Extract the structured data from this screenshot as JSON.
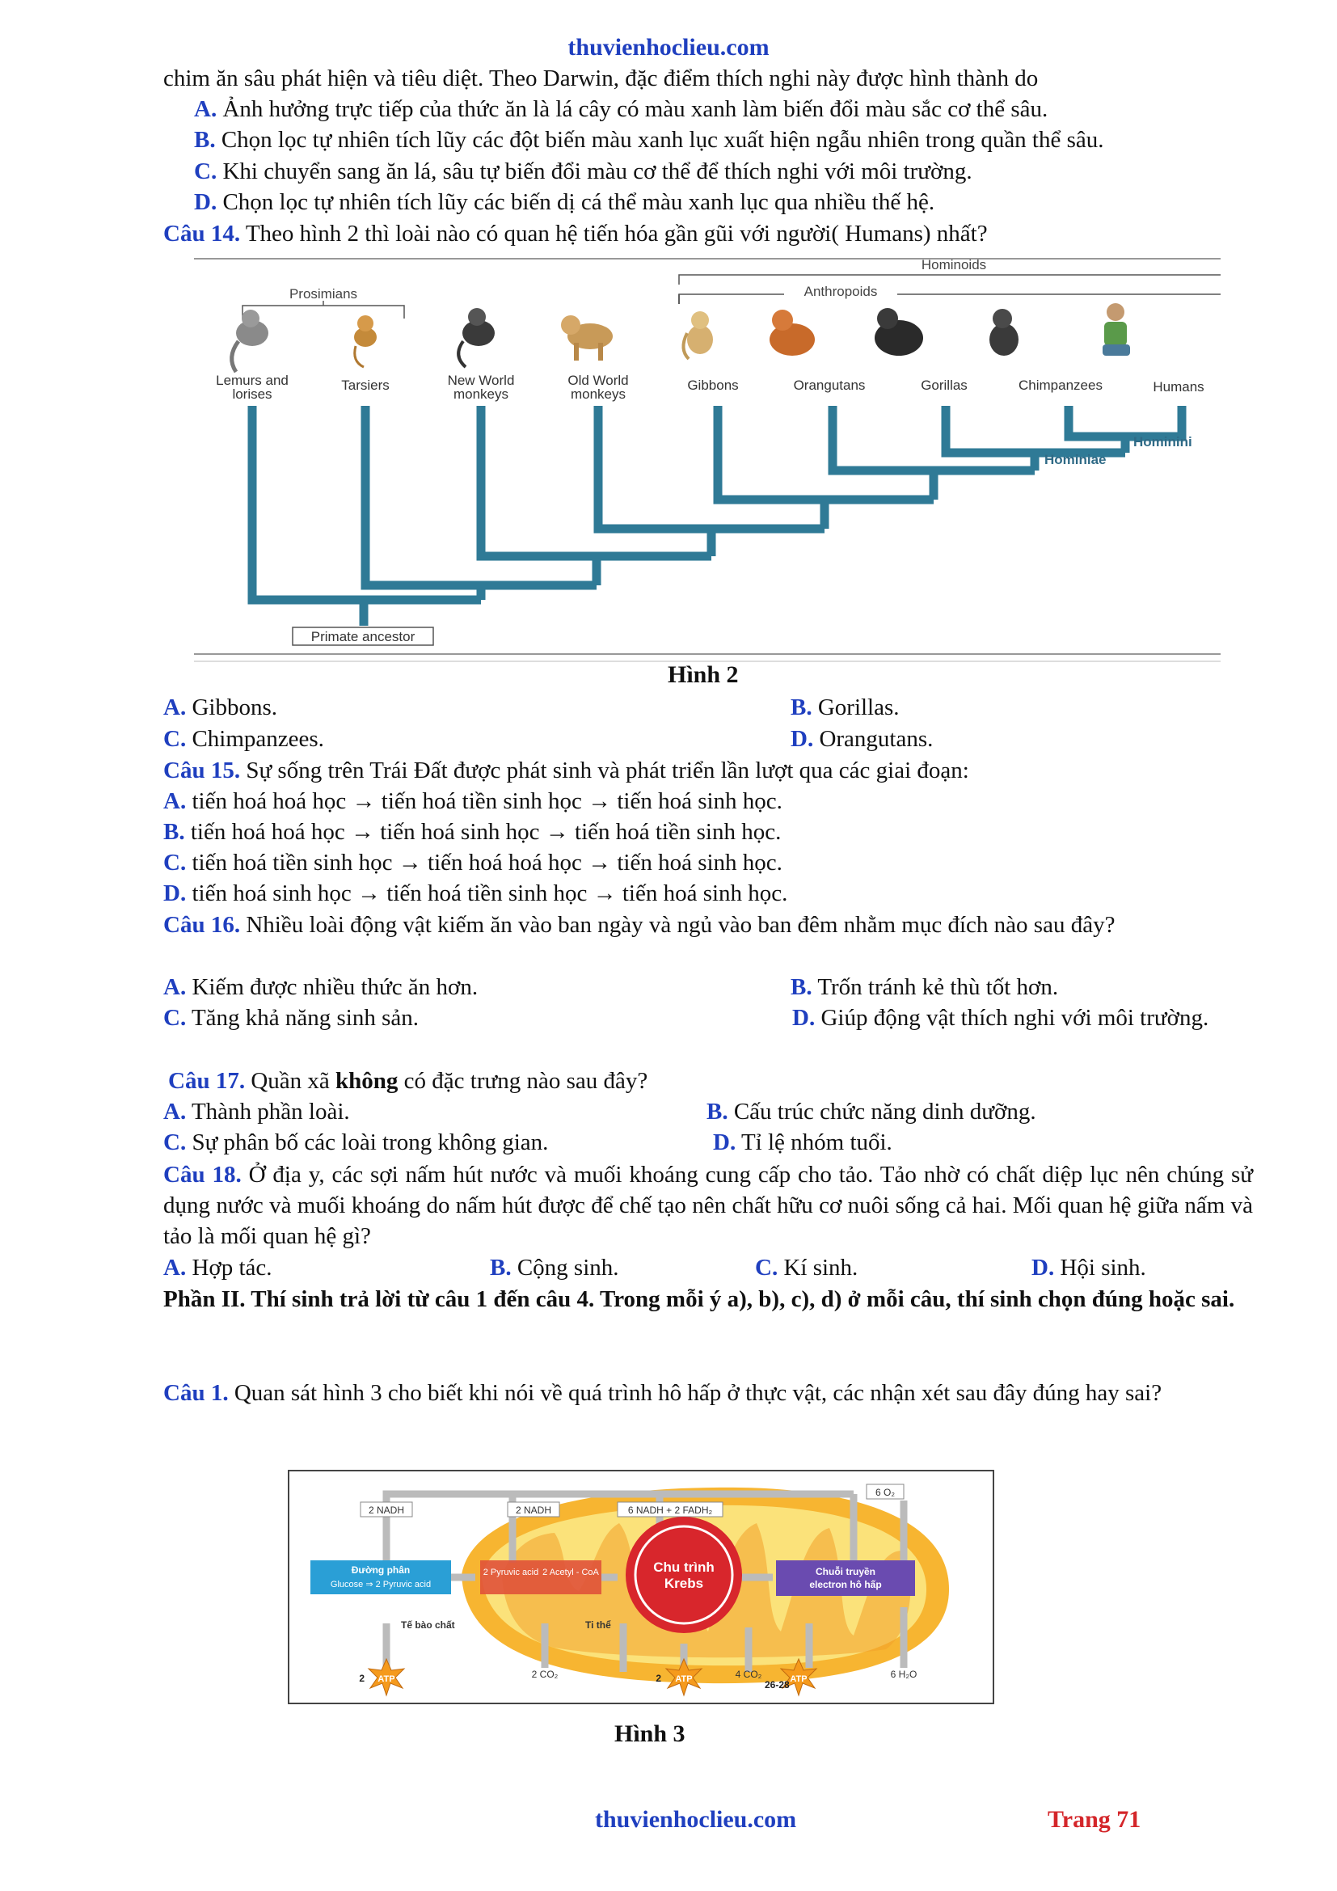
{
  "header": {
    "site": "thuvienhoclieu.com"
  },
  "q13": {
    "cont": "chim ăn sâu phát hiện và tiêu diệt. Theo Darwin, đặc điểm thích nghi này được hình thành do",
    "options": [
      {
        "letter": "A.",
        "text": "Ảnh hưởng trực tiếp của thức ăn là lá cây có màu xanh làm biến đổi màu sắc cơ thể sâu."
      },
      {
        "letter": "B.",
        "text": "Chọn lọc tự nhiên tích lũy các đột biến màu xanh lục xuất hiện ngẫu nhiên trong quần thể sâu."
      },
      {
        "letter": "C.",
        "text": "Khi chuyển sang ăn lá, sâu tự biến đổi màu cơ thể để thích nghi với môi trường."
      },
      {
        "letter": "D.",
        "text": "Chọn lọc tự nhiên tích lũy các biến dị cá thể màu xanh lục qua nhiều thế hệ."
      }
    ]
  },
  "q14": {
    "label": "Câu 14.",
    "text": "Theo hình 2 thì loài nào có quan hệ tiến hóa gần gũi với người( Humans) nhất?",
    "options": [
      {
        "letter": "A.",
        "text": "Gibbons."
      },
      {
        "letter": "B.",
        "text": "Gorillas."
      },
      {
        "letter": "C.",
        "text": "Chimpanzees."
      },
      {
        "letter": "D.",
        "text": "Orangutans."
      }
    ]
  },
  "figure2": {
    "caption": "Hình 2",
    "groups": {
      "hominoids": "Hominoids",
      "anthropoids": "Anthropoids",
      "prosimians": "Prosimians"
    },
    "taxa": [
      {
        "line1": "Lemurs and",
        "line2": "lorises"
      },
      {
        "line1": "Tarsiers",
        "line2": ""
      },
      {
        "line1": "New World",
        "line2": "monkeys"
      },
      {
        "line1": "Old World",
        "line2": "monkeys"
      },
      {
        "line1": "Gibbons",
        "line2": ""
      },
      {
        "line1": "Orangutans",
        "line2": ""
      },
      {
        "line1": "Gorillas",
        "line2": ""
      },
      {
        "line1": "Chimpanzees",
        "line2": ""
      },
      {
        "line1": "Humans",
        "line2": ""
      }
    ],
    "clades": {
      "hominini": "Hominini",
      "hominiae": "Hominiae"
    },
    "root": "Primate ancestor",
    "tree_color": "#2f7a96"
  },
  "q15": {
    "label": "Câu 15.",
    "text": "Sự sống trên Trái Đất được phát sinh và phát triển lần lượt qua các giai đoạn:",
    "options": [
      {
        "letter": "A.",
        "text": "tiến hoá hoá học → tiến hoá tiền sinh học → tiến hoá sinh học."
      },
      {
        "letter": "B.",
        "text": "tiến hoá hoá học → tiến hoá sinh học → tiến hoá tiền sinh học."
      },
      {
        "letter": "C.",
        "text": "tiến hoá tiền sinh học → tiến hoá hoá học → tiến hoá sinh học."
      },
      {
        "letter": "D.",
        "text": "tiến hoá sinh học → tiến hoá tiền sinh học → tiến hoá sinh học."
      }
    ]
  },
  "q16": {
    "label": "Câu 16.",
    "text": "Nhiều loài động vật kiếm ăn vào ban ngày và ngủ vào ban đêm nhằm mục đích nào sau đây?",
    "options": [
      {
        "letter": "A.",
        "text": "Kiếm được nhiều thức ăn hơn."
      },
      {
        "letter": "B.",
        "text": "Trốn tránh kẻ thù tốt hơn."
      },
      {
        "letter": "C.",
        "text": "Tăng khả năng sinh sản."
      },
      {
        "letter": "D.",
        "text": "Giúp động vật thích nghi với môi trường."
      }
    ]
  },
  "q17": {
    "label": "Câu 17.",
    "pre": "Quần xã ",
    "strong": "không",
    "post": " có đặc trưng nào sau đây?",
    "options": [
      {
        "letter": "A.",
        "text": "Thành phần loài."
      },
      {
        "letter": "B.",
        "text": "Cấu trúc chức năng dinh dưỡng."
      },
      {
        "letter": "C.",
        "text": "Sự phân bố các loài trong không gian."
      },
      {
        "letter": "D.",
        "text": "Tỉ lệ nhóm tuổi."
      }
    ]
  },
  "q18": {
    "label": "Câu 18.",
    "text": "Ở địa y, các sợi nấm hút nước và muối khoáng cung cấp cho tảo. Tảo nhờ có chất diệp lục nên chúng sử dụng nước và muối khoáng do nấm hút được để chế tạo nên chất hữu cơ nuôi sống cả hai. Mối quan hệ giữa nấm và tảo là mối quan hệ gì?",
    "options": [
      {
        "letter": "A.",
        "text": "Hợp tác."
      },
      {
        "letter": "B.",
        "text": "Cộng sinh."
      },
      {
        "letter": "C.",
        "text": "Kí sinh."
      },
      {
        "letter": "D.",
        "text": "Hội sinh."
      }
    ]
  },
  "part2": {
    "text": "Phần II. Thí sinh trả lời từ câu 1 đến câu 4. Trong mỗi ý a), b), c), d) ở mỗi câu, thí sinh chọn đúng hoặc sai."
  },
  "p2q1": {
    "label": "Câu 1.",
    "text": "Quan sát hình 3 cho biết khi nói về quá trình hô hấp ở thực vật, các nhận xét sau đây đúng hay sai?"
  },
  "figure3": {
    "caption": "Hình 3",
    "nadh1": "2 NADH",
    "nadh2": "2 NADH",
    "nadh3": "6 NADH + 2 FADH₂",
    "o2": "6 O₂",
    "glycolysis_title": "Đường phân",
    "glycolysis_sub": "Glucose ⇒ 2 Pyruvic acid",
    "link_sub1": "2 Pyruvic acid",
    "link_sub2": "2 Acetyl - CoA",
    "krebs1": "Chu trình",
    "krebs2": "Krebs",
    "etc1": "Chuỗi truyền",
    "etc2": "electron hô hấp",
    "cytoplasm": "Tế bào chất",
    "mito": "Ti thể",
    "atp": "ATP",
    "atp_n1": "2",
    "atp_n2": "2",
    "atp_n3": "26-28",
    "co2a": "2 CO₂",
    "co2b": "4 CO₂",
    "h2o": "6 H₂O",
    "glycolysis_color": "#2a9fd6",
    "etc_color": "#6a4bb0",
    "krebs_color": "#d8262c"
  },
  "footer": {
    "site": "thuvienhoclieu.com",
    "page": "Trang 71"
  }
}
